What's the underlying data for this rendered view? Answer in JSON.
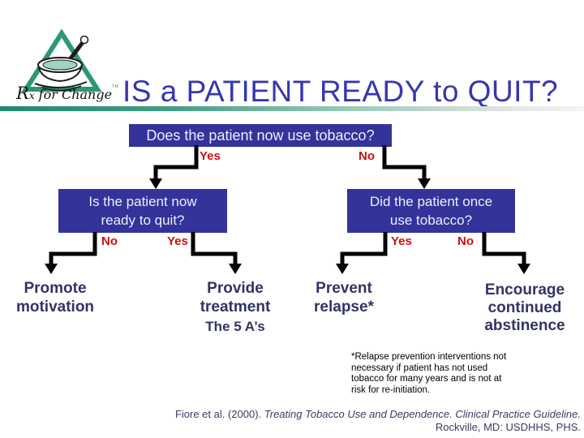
{
  "logo": {
    "r": "R",
    "x": "x",
    "rest": " for Change",
    "tm": "TM"
  },
  "title": "IS a PATIENT READY to QUIT?",
  "flowchart": {
    "root_question": "Does the patient now use tobacco?",
    "root_yes": "Yes",
    "root_no": "No",
    "left_question": "Is the patient now\nready to quit?",
    "left_no": "No",
    "left_yes": "Yes",
    "right_question": "Did the patient once\nuse tobacco?",
    "right_yes": "Yes",
    "right_no": "No",
    "outcome_promote": "Promote\nmotivation",
    "outcome_provide": "Provide\ntreatment",
    "outcome_provide_sub": "The 5 A’s",
    "outcome_prevent": "Prevent\nrelapse*",
    "outcome_encourage": "Encourage\ncontinued\nabstinence"
  },
  "footnote": "*Relapse prevention interventions not\nnecessary if patient has not used\ntobacco for many years and is not at\nrisk for re-initiation.",
  "citation": {
    "prefix": "Fiore et al. (2000). ",
    "italic": "Treating Tobacco Use and Dependence. Clinical Practice Guideline.",
    "line2": "Rockville, MD: USDHHS, PHS."
  },
  "colors": {
    "title_blue": "#3737ae",
    "box_background": "#333399",
    "box_text": "#e9eefb",
    "branch_label_red": "#cc1111",
    "outcome_navy": "#333366",
    "logo_teal": "#2e9677",
    "arrow_black": "#000000",
    "citation_navy": "#3a3a66"
  }
}
